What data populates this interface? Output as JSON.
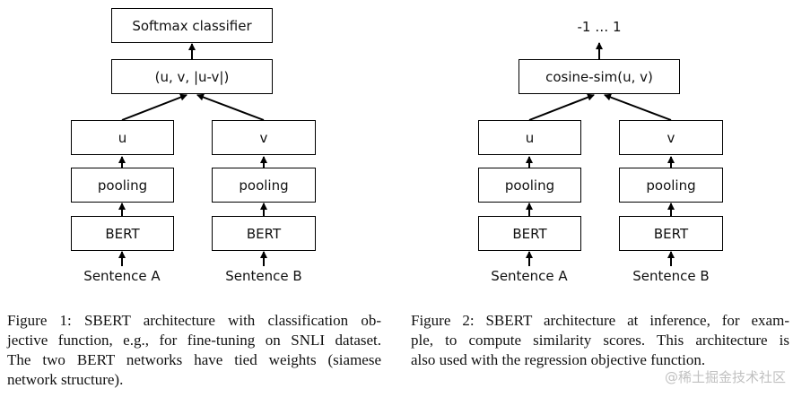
{
  "figure1": {
    "top": "Softmax classifier",
    "concat": "(u, v, |u-v|)",
    "left": {
      "embedding": "u",
      "pooling": "pooling",
      "encoder": "BERT",
      "input": "Sentence A"
    },
    "right": {
      "embedding": "v",
      "pooling": "pooling",
      "encoder": "BERT",
      "input": "Sentence B"
    },
    "caption": [
      "Figure 1: SBERT architecture with classification ob-",
      "jective function, e.g., for fine-tuning on SNLI dataset.",
      "The two BERT networks have tied weights (siamese",
      "network structure)."
    ]
  },
  "figure2": {
    "output": "-1 … 1",
    "similarity": "cosine-sim(u, v)",
    "left": {
      "embedding": "u",
      "pooling": "pooling",
      "encoder": "BERT",
      "input": "Sentence A"
    },
    "right": {
      "embedding": "v",
      "pooling": "pooling",
      "encoder": "BERT",
      "input": "Sentence B"
    },
    "caption": [
      "Figure 2: SBERT architecture at inference, for exam-",
      "ple, to compute similarity scores. This architecture is",
      "also used with the regression objective function."
    ]
  },
  "watermark": "@稀土掘金技术社区"
}
